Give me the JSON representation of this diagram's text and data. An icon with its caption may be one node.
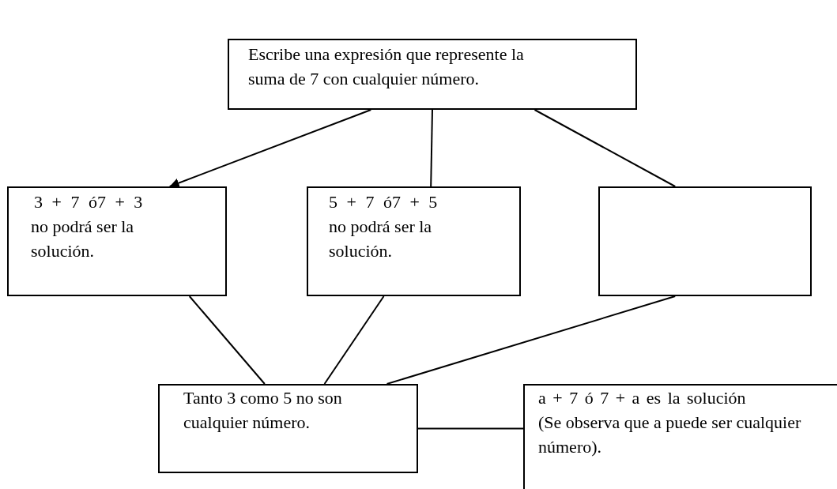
{
  "diagram": {
    "nodes": [
      {
        "text": [
          "Escribe una expresión que represente la suma de 7 con cualquier número."
        ]
      },
      {
        "text": [
          "3 + 7 ó7 + 3",
          "no podrá ser la solución."
        ]
      },
      {
        "text": [
          "5 + 7 ó7 + 5",
          "no podrá ser la solución."
        ]
      },
      {
        "text": [],
        "shape": "box"
      },
      {
        "text": [
          "Tanto 3 como 5 no son cualquier número."
        ]
      },
      {
        "text": [
          "a + 7 ó 7 + a es la solución",
          "(Se observa que a puede ser cualquier número)."
        ]
      }
    ],
    "edges": [
      {
        "from": 0,
        "to": 1,
        "arrow": "to"
      },
      {
        "from": 0,
        "to": 2,
        "arrow": "none"
      },
      {
        "from": 0,
        "to": 3,
        "arrow": "none"
      },
      {
        "from": 1,
        "to": 4,
        "arrow": "none"
      },
      {
        "from": 2,
        "to": 4,
        "arrow": "none"
      },
      {
        "from": 3,
        "to": 4,
        "arrow": "none"
      },
      {
        "from": 4,
        "to": 5,
        "arrow": "none"
      }
    ]
  }
}
